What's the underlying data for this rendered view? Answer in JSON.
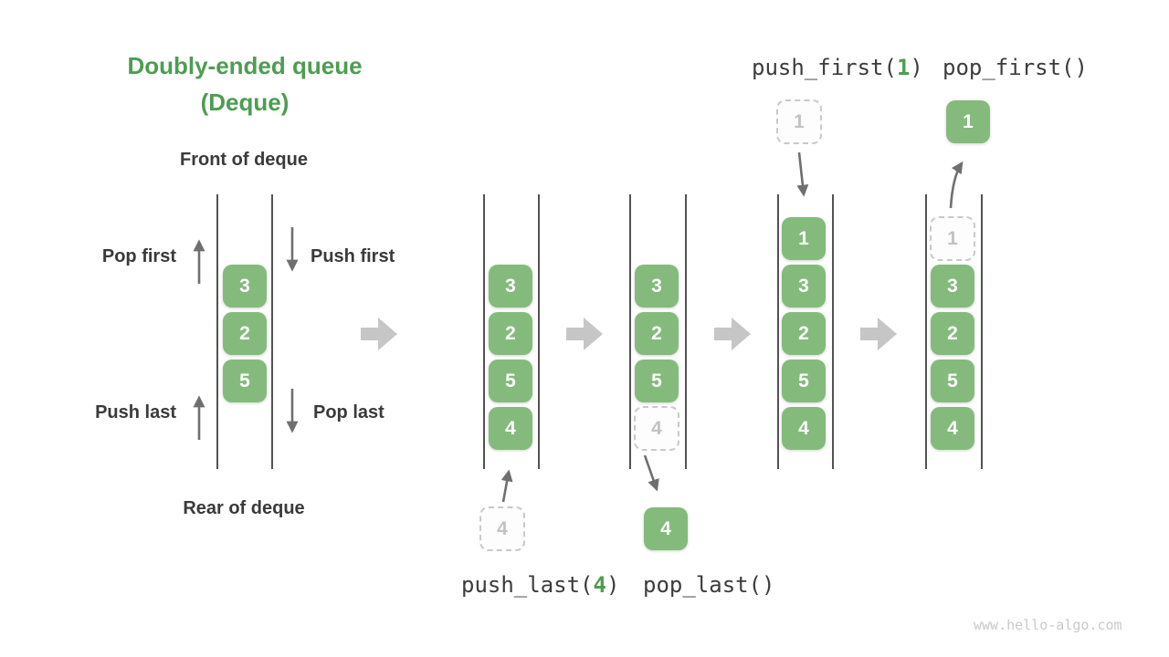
{
  "title": {
    "line1": "Doubly-ended queue",
    "line2": "(Deque)"
  },
  "deque_intro": {
    "front_label": "Front of deque",
    "rear_label": "Rear of deque",
    "op_pop_first": "Pop first",
    "op_push_first": "Push first",
    "op_push_last": "Push last",
    "op_pop_last": "Pop last",
    "cells": [
      "3",
      "2",
      "5"
    ]
  },
  "operations": {
    "push_last": {
      "prefix": "push_last(",
      "arg": "4",
      "suffix": ")"
    },
    "pop_last": {
      "label": "pop_last()"
    },
    "push_first": {
      "prefix": "push_first(",
      "arg": "1",
      "suffix": ")"
    },
    "pop_first": {
      "label": "pop_first()"
    }
  },
  "states": {
    "after_push_last": {
      "cells": [
        "3",
        "2",
        "5",
        "4"
      ],
      "incoming_value": "4"
    },
    "after_pop_last": {
      "cells": [
        "3",
        "2",
        "5"
      ],
      "ghost_value": "4",
      "popped_value": "4"
    },
    "after_push_first": {
      "cells": [
        "1",
        "3",
        "2",
        "5",
        "4"
      ],
      "incoming_value": "1"
    },
    "after_pop_first": {
      "ghost_value": "1",
      "cells": [
        "3",
        "2",
        "5",
        "4"
      ],
      "popped_value": "1"
    }
  },
  "watermark": "www.hello-algo.com",
  "icons": {
    "up_arrow": "↑",
    "down_arrow": "↓",
    "transition_arrow": "➡"
  },
  "colors": {
    "accent_green": "#4d9d52",
    "cell_green": "#85ba7d",
    "ghost_gray": "#c2c2c2",
    "small_arrow_gray": "#6f6f6f",
    "big_arrow_gray": "#c6c6c6",
    "text_dark": "#3a3a3a",
    "wall_gray": "#525252"
  }
}
